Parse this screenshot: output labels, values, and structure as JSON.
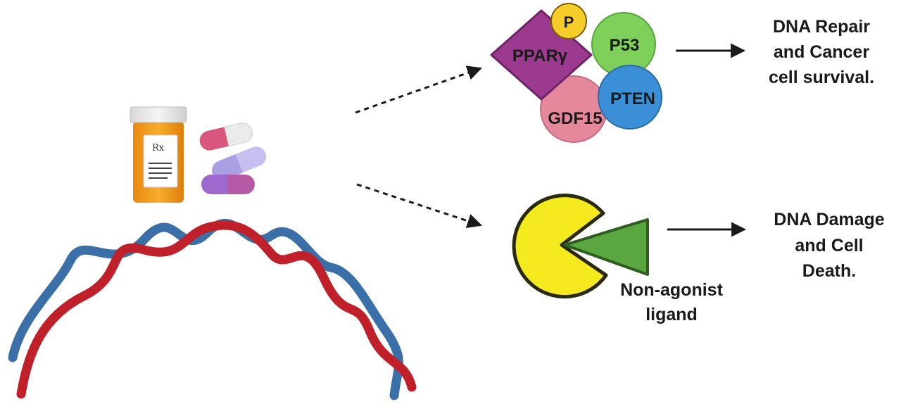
{
  "molecules": {
    "phospho": "P",
    "ppar": "PPARγ",
    "p53": "P53",
    "pten": "PTEN",
    "gdf15": "GDF15"
  },
  "outcome_top": {
    "line1": "DNA Repair",
    "line2": "and Cancer",
    "line3": "cell survival."
  },
  "ligand": {
    "line1": "Non-agonist",
    "line2": "ligand"
  },
  "outcome_bottom": {
    "line1": "DNA Damage",
    "line2": "and Cell",
    "line3": "Death."
  },
  "rx_label": "Rx",
  "colors": {
    "dna_red": "#c0202a",
    "dna_blue": "#3a6fa8",
    "ppar_purple": "#9b3a8e",
    "phospho_yellow": "#f5cc2a",
    "p53_green": "#7fd05a",
    "pten_blue": "#3b8fd6",
    "gdf15_pink": "#e5889c",
    "receptor_yellow": "#f5ea1e",
    "ligand_green": "#5aa640",
    "bottle_orange": "#f29a17"
  }
}
